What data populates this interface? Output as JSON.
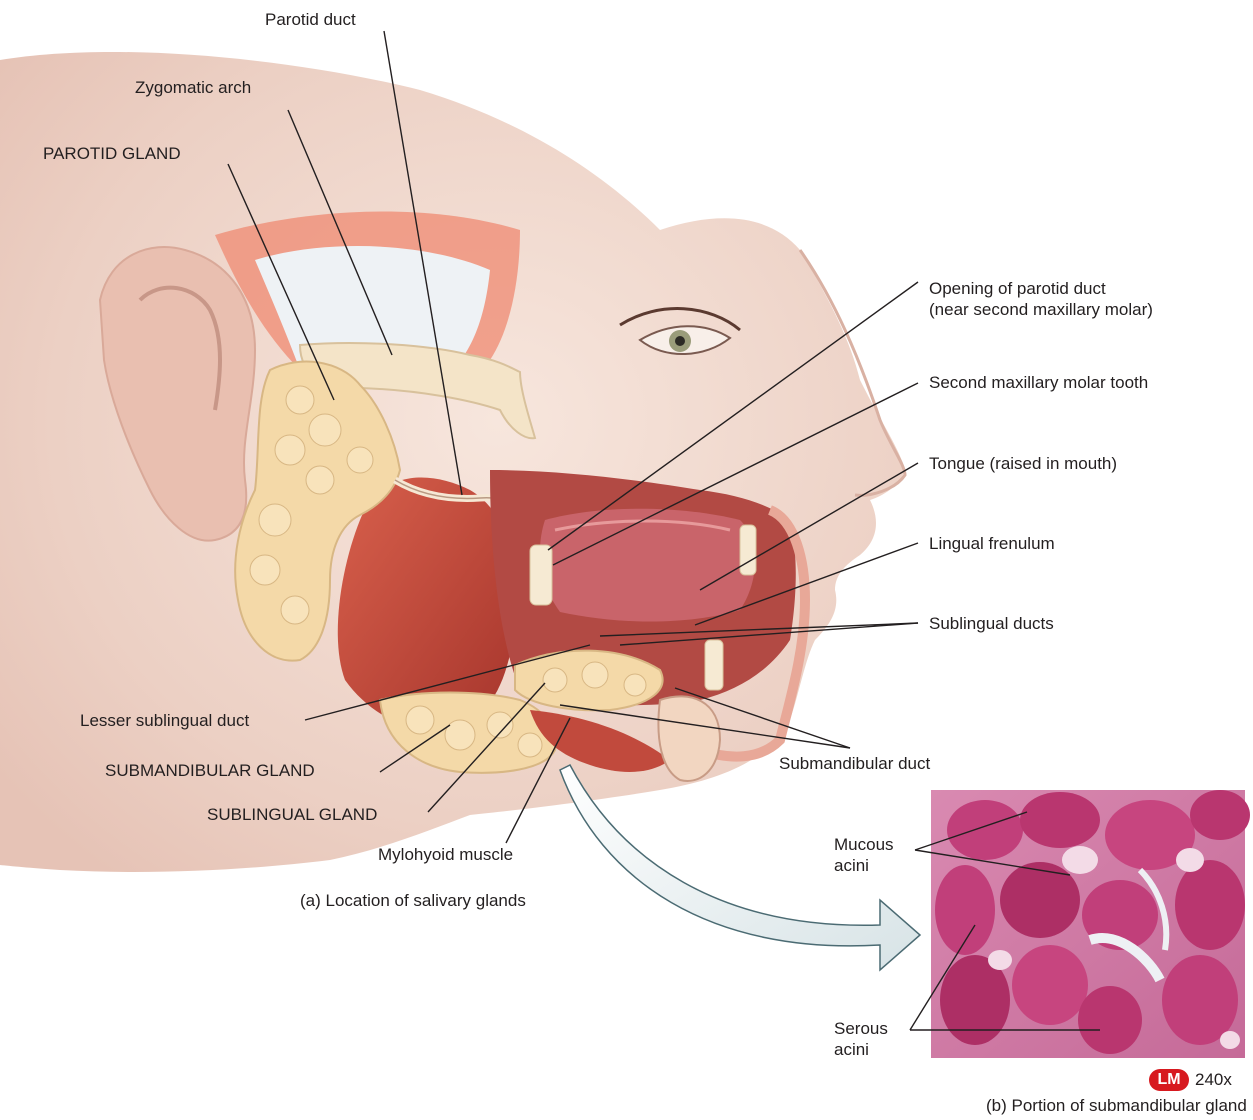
{
  "labels": {
    "parotid_duct": "Parotid duct",
    "zygomatic_arch": "Zygomatic arch",
    "parotid_gland": "PAROTID GLAND",
    "opening_parotid_duct": "Opening of parotid duct\n(near second maxillary molar)",
    "second_molar": "Second maxillary molar tooth",
    "tongue": "Tongue (raised in mouth)",
    "lingual_frenulum": "Lingual frenulum",
    "sublingual_ducts": "Sublingual ducts",
    "lesser_sublingual_duct": "Lesser sublingual duct",
    "submandibular_gland": "SUBMANDIBULAR GLAND",
    "submandibular_duct": "Submandibular duct",
    "sublingual_gland": "SUBLINGUAL GLAND",
    "mylohyoid_muscle": "Mylohyoid muscle",
    "mucous_acini": "Mucous\nacini",
    "serous_acini": "Serous\nacini"
  },
  "captions": {
    "panel_a": "(a) Location of salivary glands",
    "panel_b": "(b) Portion of submandibular gland",
    "badge": "LM",
    "magnification": "240x"
  },
  "colors": {
    "skin": "#f1d9cf",
    "muscle": "#c8483a",
    "gland": "#f4d9a8",
    "tendon": "#eef2f5",
    "tissue_bg": "#e2a3c0",
    "acini": "#c23a74",
    "badge": "#d7191f"
  }
}
